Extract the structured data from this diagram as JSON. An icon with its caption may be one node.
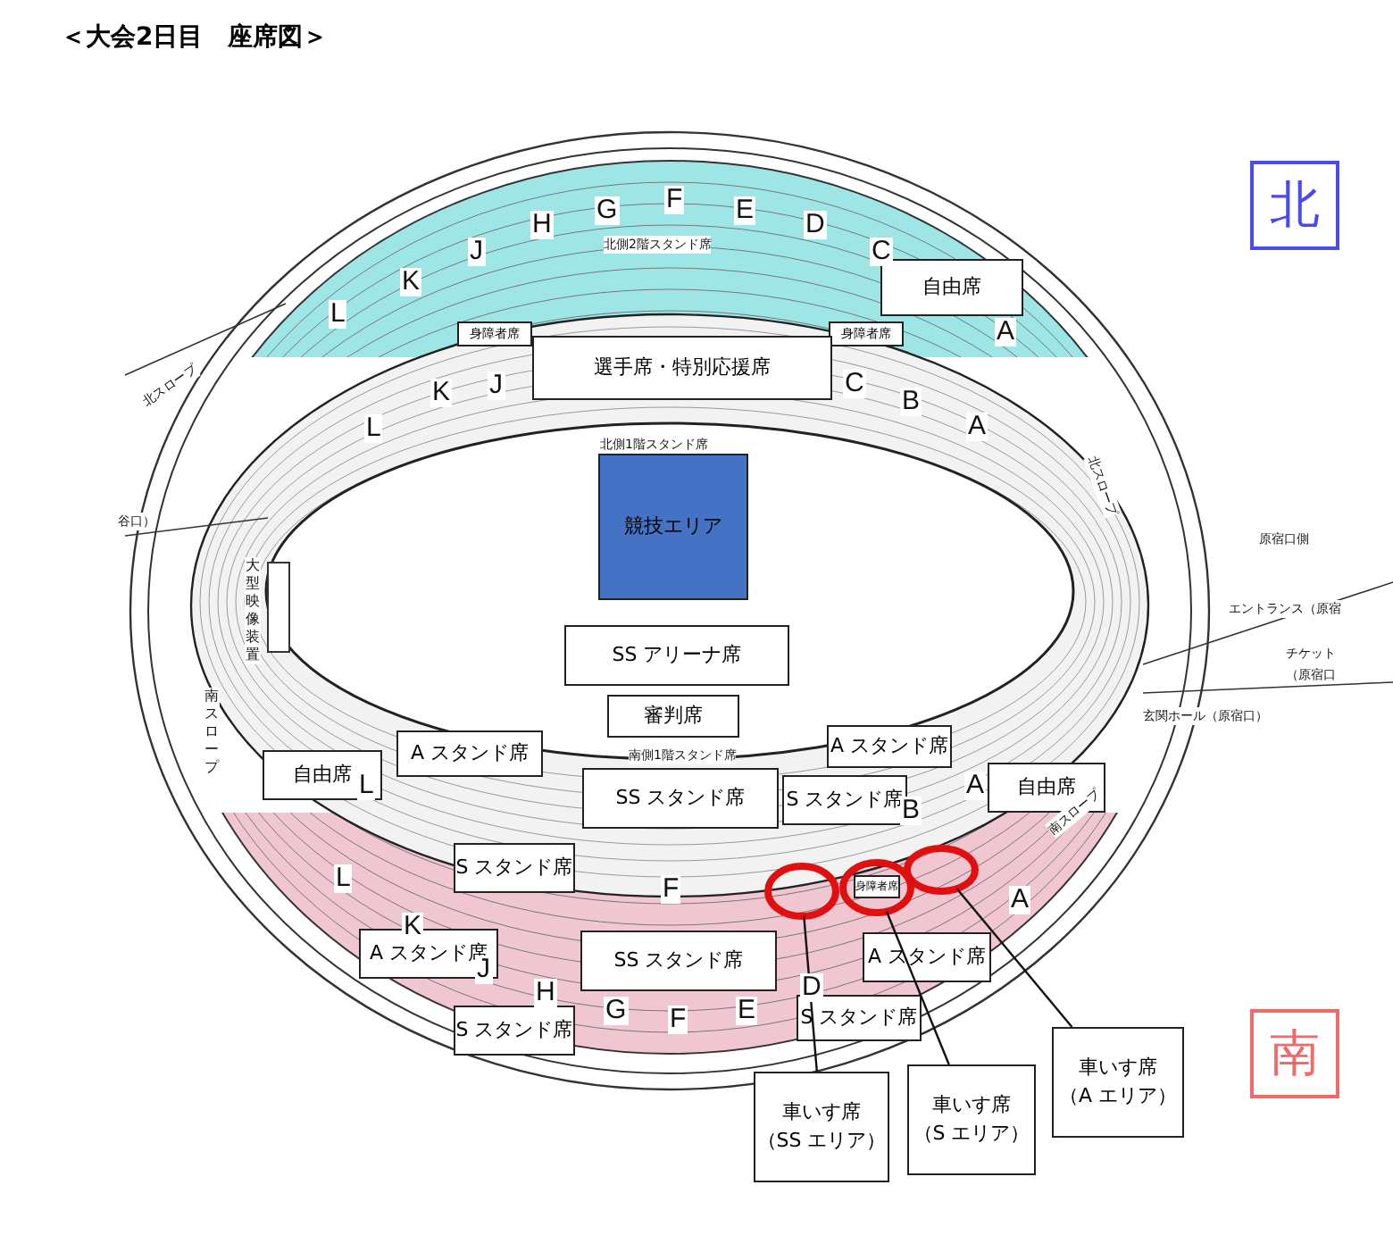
{
  "diagram": {
    "title": "＜大会2日目　座席図＞",
    "nodes": [
      {
        "text": [
          "北"
        ]
      },
      {
        "text": [
          "自由席"
        ]
      },
      {
        "text": [
          "身障者席"
        ]
      },
      {
        "text": [
          "身障者席"
        ]
      },
      {
        "text": [
          "選手席・特別応援席"
        ]
      },
      {
        "text": [
          "競技エリア"
        ]
      },
      {
        "text": [
          "SS アリーナ席"
        ]
      },
      {
        "text": [
          "審判席"
        ]
      },
      {
        "text": [
          "A スタンド席"
        ]
      },
      {
        "text": [
          "A スタンド席"
        ]
      },
      {
        "text": [
          "自由席"
        ]
      },
      {
        "text": [
          "SS スタンド席"
        ]
      },
      {
        "text": [
          "S スタンド席"
        ]
      },
      {
        "text": [
          "自由席"
        ]
      },
      {
        "text": [
          "S スタンド席"
        ]
      },
      {
        "text": [],
        "shape": "circle"
      },
      {
        "text": [],
        "shape": "circle"
      },
      {
        "text": [
          "身障者席"
        ],
        "in": 16
      },
      {
        "text": [],
        "shape": "circle"
      },
      {
        "text": [
          "A スタンド席"
        ]
      },
      {
        "text": [
          "SS スタンド席"
        ]
      },
      {
        "text": [
          "A スタンド席"
        ]
      },
      {
        "text": [
          "S スタンド席"
        ]
      },
      {
        "text": [
          "S スタンド席"
        ]
      },
      {
        "text": [
          "車いす席",
          "（SS エリア）"
        ]
      },
      {
        "text": [
          "車いす席",
          "（S エリア）"
        ]
      },
      {
        "text": [
          "車いす席",
          "（A エリア）"
        ]
      },
      {
        "text": [
          "南"
        ]
      }
    ],
    "edges": [
      {
        "from": 24,
        "to": 15,
        "arrow": "none"
      },
      {
        "from": 25,
        "to": 16,
        "arrow": "none"
      },
      {
        "from": 26,
        "to": 18,
        "arrow": "none"
      }
    ],
    "labels": [
      "G",
      "F",
      "E",
      "D",
      "H",
      "北側2階スタンド席",
      "J",
      "C",
      "K",
      "L",
      "A",
      "北スロープ",
      "J",
      "K",
      "L",
      "C",
      "B",
      "A",
      "北側1階スタンド席",
      "北スロープ",
      "谷口）",
      "原宿口側",
      "大型映像装置",
      "エントランス（原宿",
      "チケット",
      "（原宿口",
      "玄関ホール（原宿口）",
      "南スロープ",
      "南側1階スタンド席",
      "L",
      "A",
      "B",
      "南スロープ",
      "L",
      "F",
      "A",
      "K",
      "J",
      "H",
      "G",
      "F",
      "E",
      "D"
    ]
  }
}
